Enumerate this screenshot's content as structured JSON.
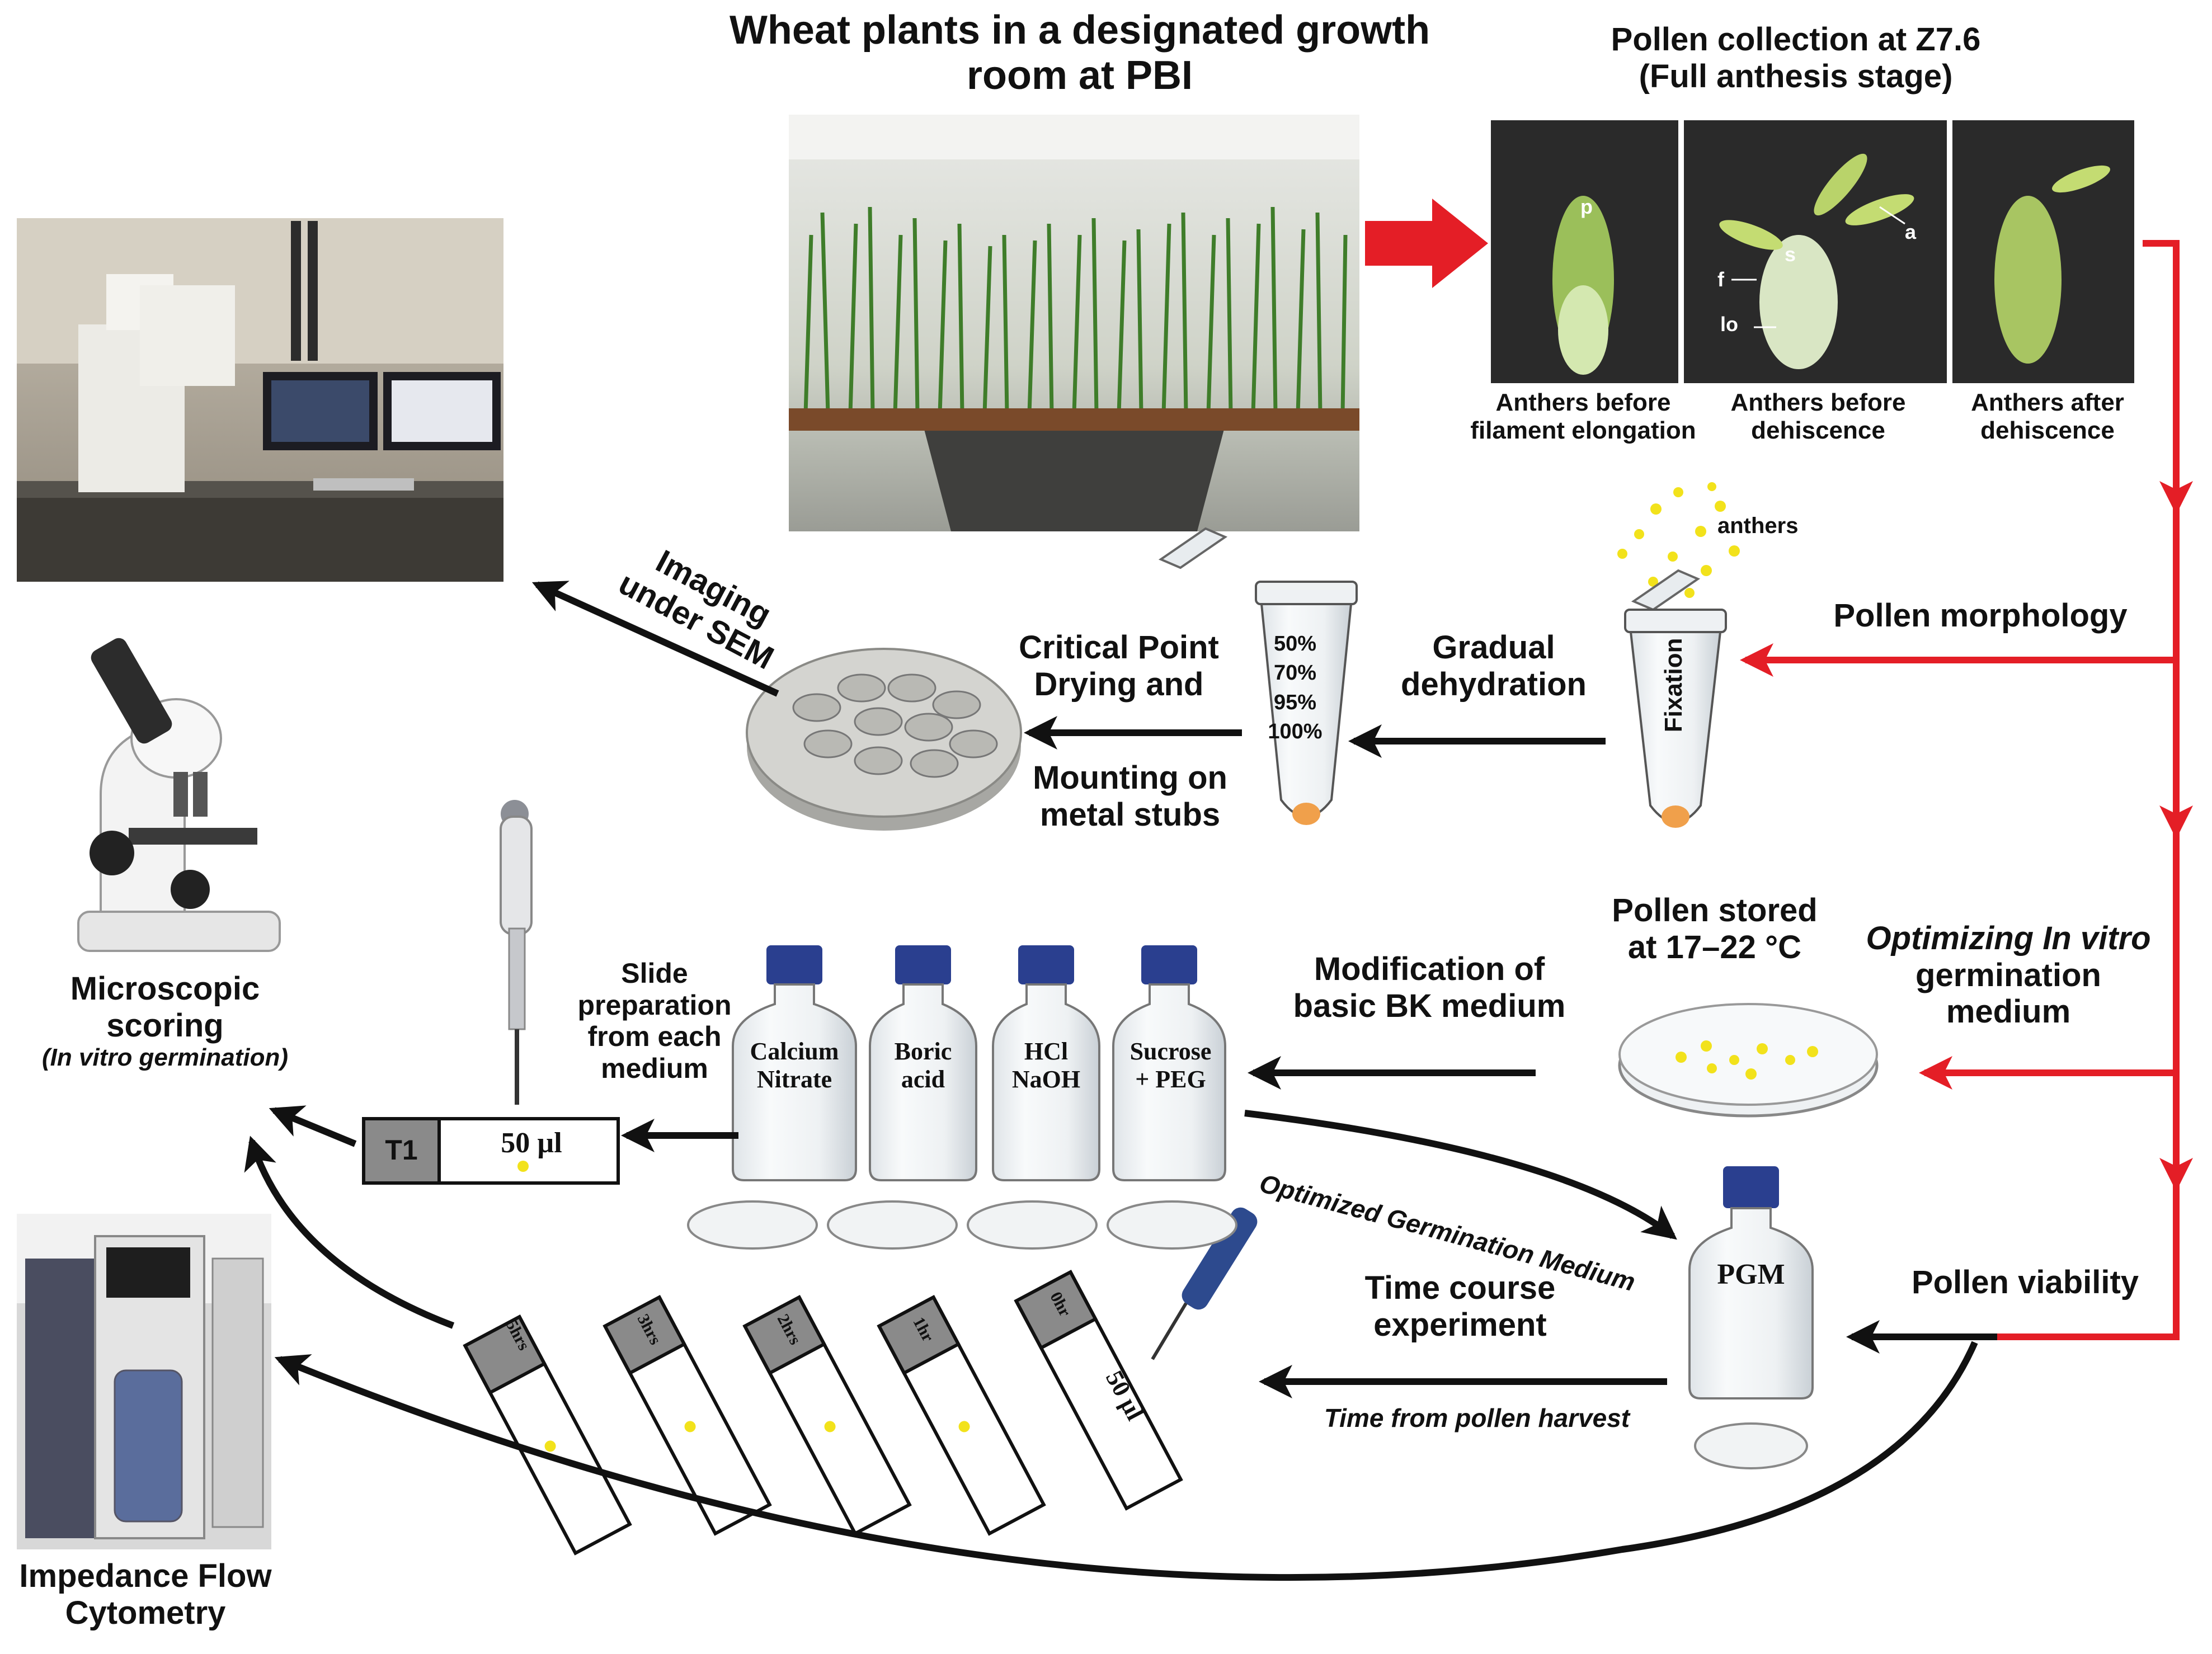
{
  "title_growth_room": [
    "Wheat plants in a designated growth",
    "room at PBI"
  ],
  "title_pollen_collection": [
    "Pollen collection at Z7.6",
    "(Full anthesis stage)"
  ],
  "anther_panels": [
    {
      "caption": [
        "Anthers before",
        "filament elongation"
      ],
      "labels": [
        "p"
      ]
    },
    {
      "caption": [
        "Anthers before",
        "dehiscence"
      ],
      "labels": [
        "a",
        "s",
        "f",
        "lo"
      ]
    },
    {
      "caption": [
        "Anthers after",
        "dehiscence"
      ],
      "labels": []
    }
  ],
  "anthers_label": "anthers",
  "fixation_label": "Fixation",
  "pollen_morphology": "Pollen morphology",
  "gradual_dehydration": [
    "Gradual",
    "dehydration"
  ],
  "ethanol_series": [
    "50%",
    "70%",
    "95%",
    "100%"
  ],
  "critical_point": [
    "Critical Point",
    "Drying and"
  ],
  "mounting": [
    "Mounting on",
    "metal stubs"
  ],
  "imaging": [
    "Imaging",
    "under SEM"
  ],
  "microscopic_scoring": [
    "Microscopic",
    "scoring"
  ],
  "in_vitro_germination": "(In vitro germination)",
  "slide_preparation": [
    "Slide",
    "preparation",
    "from each",
    "medium"
  ],
  "slide_t1": {
    "tag": "T1",
    "volume": "50 µl"
  },
  "bottles": [
    [
      "Calcium",
      "Nitrate"
    ],
    [
      "Boric",
      "acid"
    ],
    [
      "HCl",
      "NaOH"
    ],
    [
      "Sucrose",
      "+ PEG"
    ]
  ],
  "modification": [
    "Modification of",
    "basic BK medium"
  ],
  "pollen_stored": [
    "Pollen stored",
    "at 17–22 °C"
  ],
  "optimizing": [
    "Optimizing In vitro",
    "germination",
    "medium"
  ],
  "optimized_medium": "Optimized Germination Medium",
  "pgm_label": "PGM",
  "pollen_viability": "Pollen viability",
  "time_course": [
    "Time course",
    "experiment"
  ],
  "time_from_harvest": "Time from pollen harvest",
  "time_slides": [
    {
      "tag": "5hrs",
      "volume": ""
    },
    {
      "tag": "3hrs",
      "volume": ""
    },
    {
      "tag": "2hrs",
      "volume": ""
    },
    {
      "tag": "1hr",
      "volume": ""
    },
    {
      "tag": "0hr",
      "volume": "50 µl"
    }
  ],
  "impedance": [
    "Impedance Flow",
    "Cytometry"
  ],
  "colors": {
    "red": "#e41e26",
    "black": "#111111",
    "yellow": "#f2e21b",
    "cap_blue": "#2a3f8f",
    "orange_tip": "#f0a04b"
  }
}
